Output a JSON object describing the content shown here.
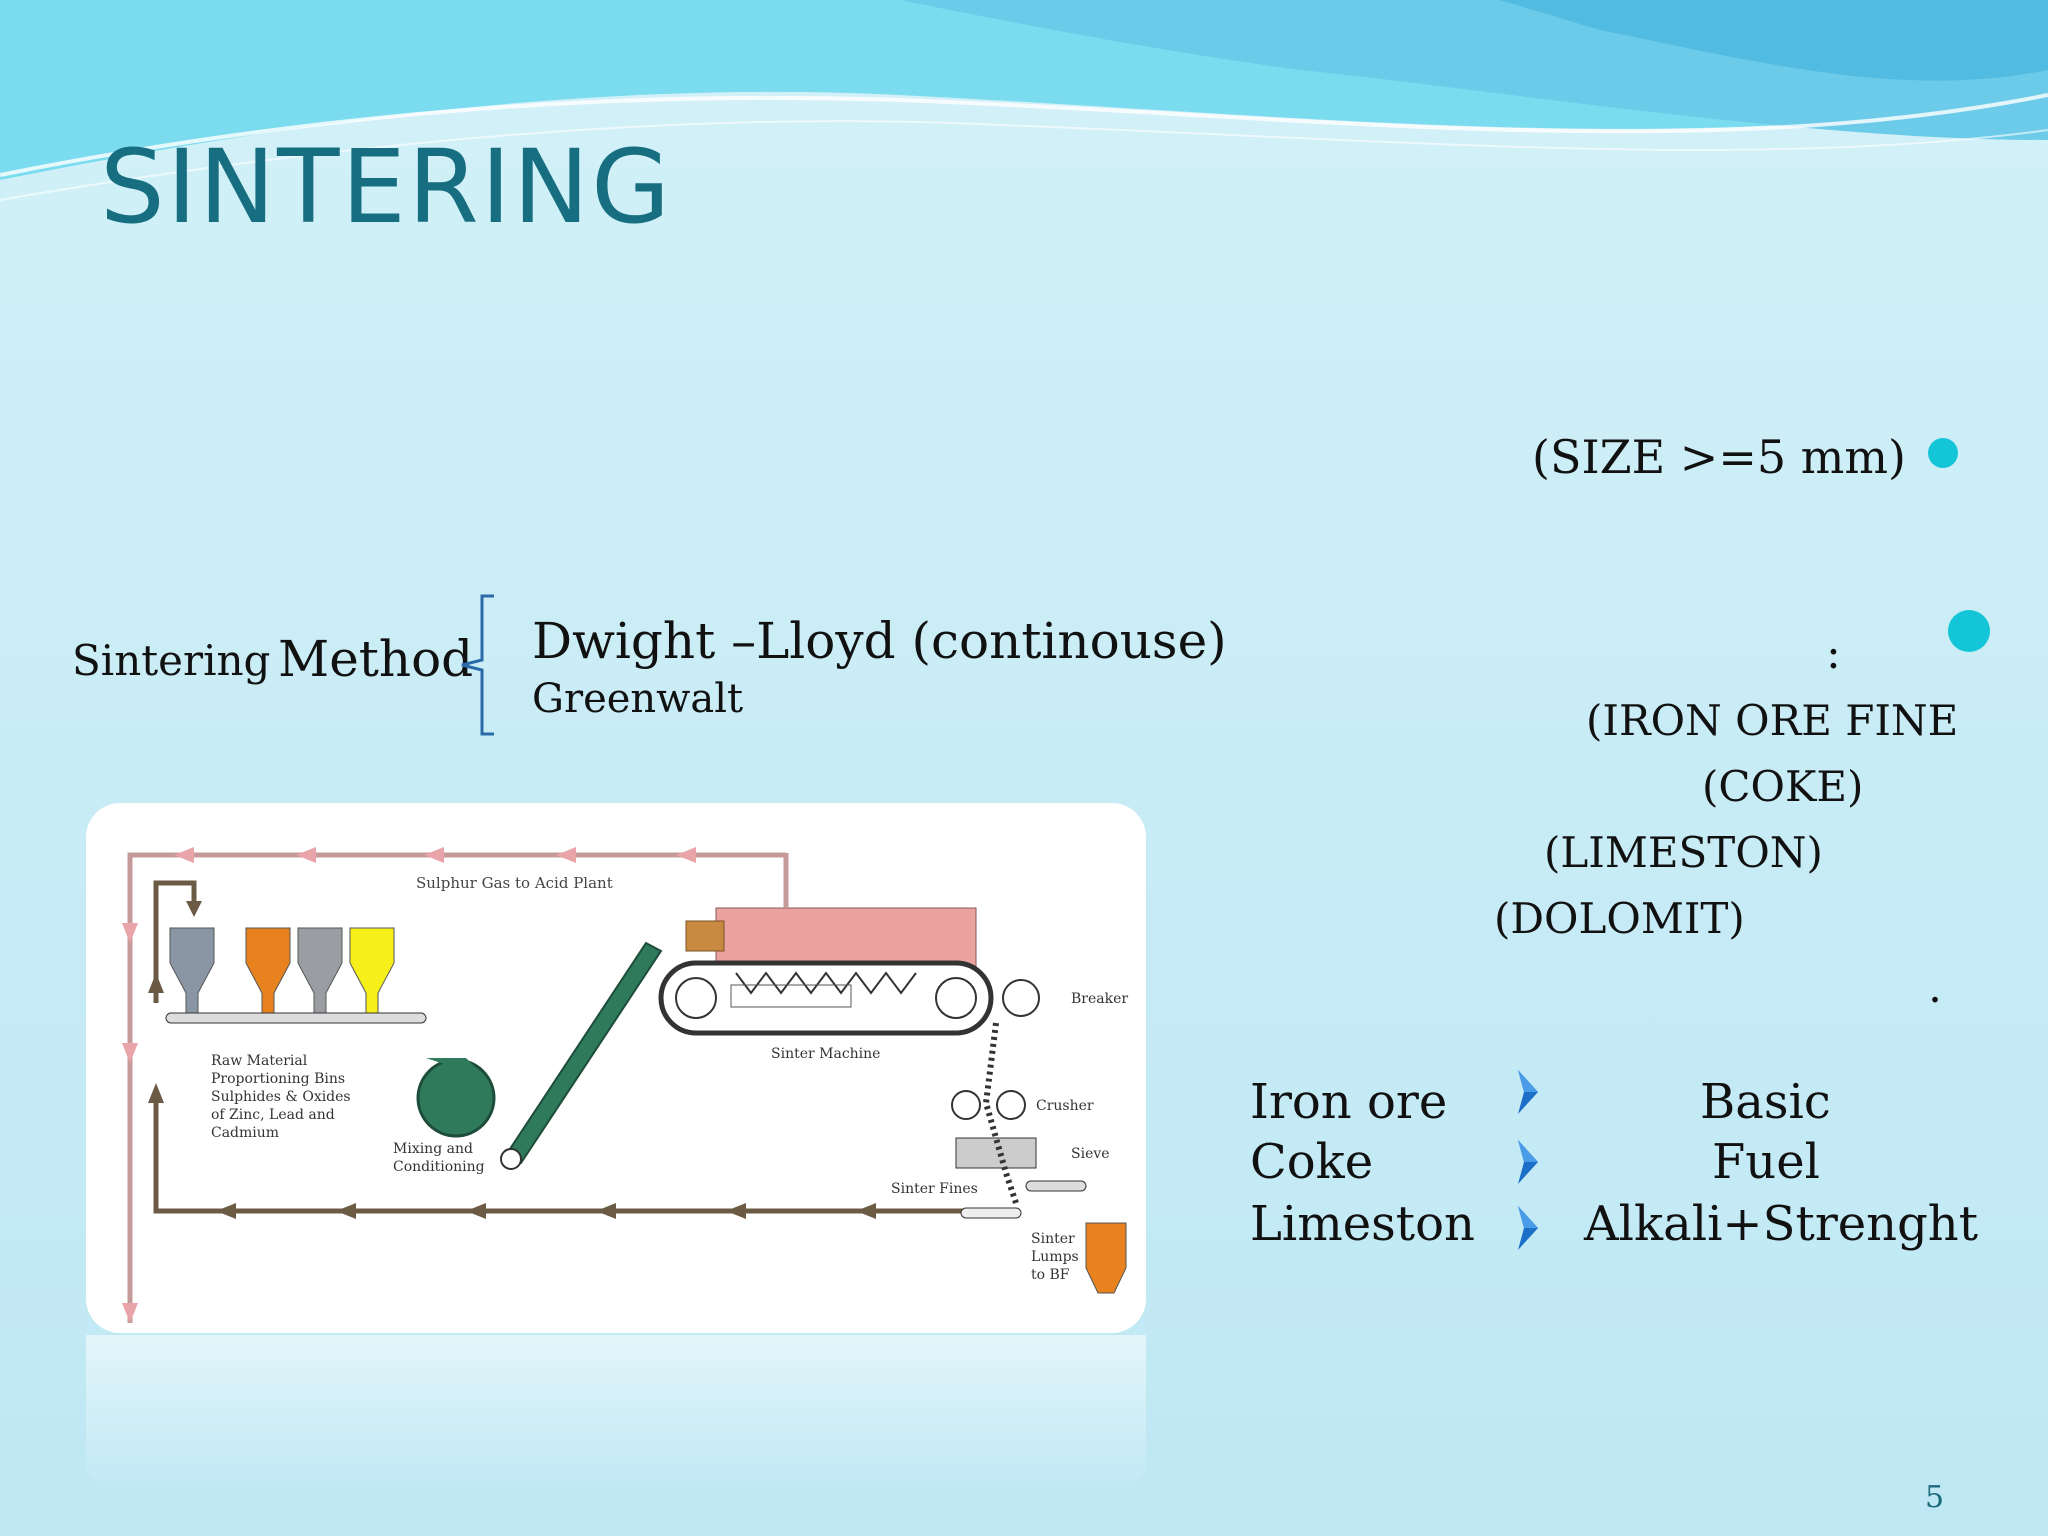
{
  "slide": {
    "title": "SINTERING",
    "page_number": "5",
    "accent_color": "#166e80",
    "bullet_color": "#14c5d8"
  },
  "size_note": "(SIZE >=5 mm)",
  "method": {
    "label_1": "Sintering",
    "label_2": "Method",
    "option_1": "Dwight –Lloyd (continouse)",
    "option_2": "Greenwalt"
  },
  "materials": {
    "colon": ":",
    "items": [
      "(IRON ORE FINE",
      "(COKE)",
      "(LIMESTON)",
      "(DOLOMIT)"
    ],
    "dot": "."
  },
  "roles": [
    {
      "material": "Iron ore",
      "role": "Basic"
    },
    {
      "material": "Coke",
      "role": "Fuel"
    },
    {
      "material": "Limeston",
      "role": "Alkali+Strenght"
    }
  ],
  "diagram": {
    "gas_label": "Sulphur Gas to Acid Plant",
    "bins_label": [
      "Raw Material",
      "Proportioning Bins",
      "Sulphides & Oxides",
      "of Zinc, Lead and",
      "Cadmium"
    ],
    "mixing_label": [
      "Mixing and",
      "Conditioning"
    ],
    "sinter_machine": "Sinter Machine",
    "breaker": "Breaker",
    "crusher": "Crusher",
    "sieve": "Sieve",
    "sinter_fines": "Sinter Fines",
    "lumps_label": [
      "Sinter",
      "Lumps",
      "to BF"
    ],
    "bin_colors": [
      "#8a96a3",
      "#e8821e",
      "#9a9ea3",
      "#f6ef1a"
    ]
  }
}
